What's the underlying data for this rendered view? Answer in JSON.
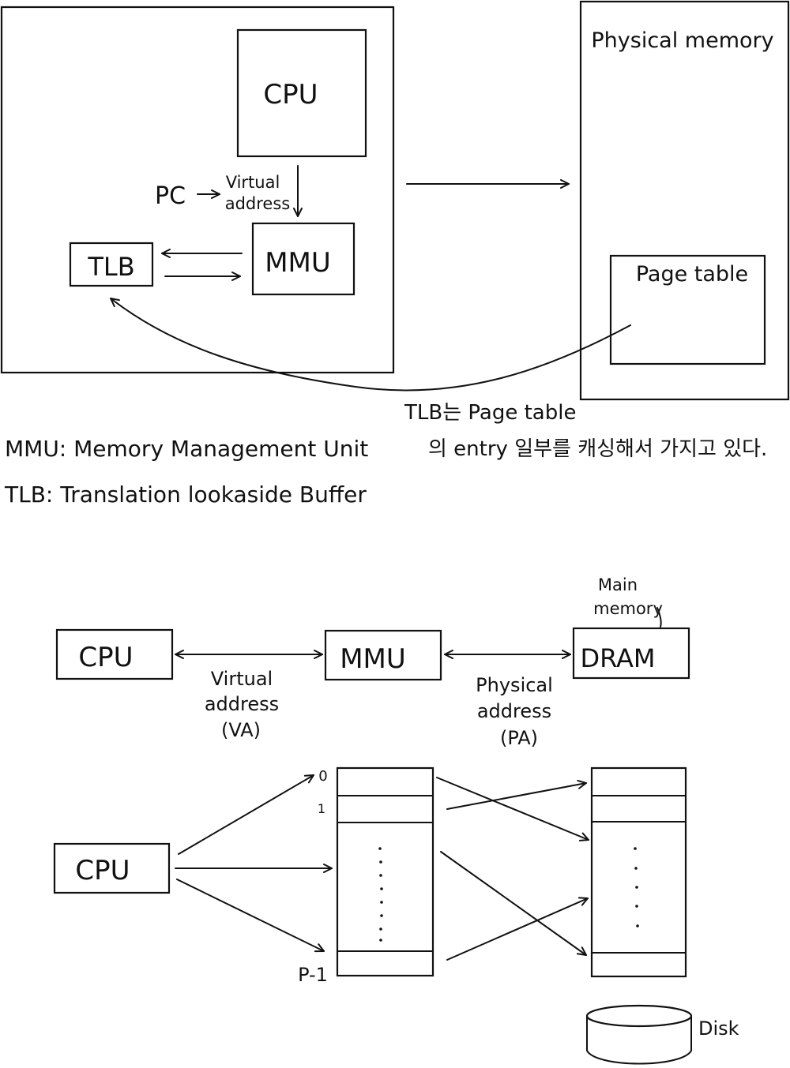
{
  "top_diagram": {
    "cpu_label": "CPU",
    "pc_label": "PC",
    "virtual_address_line1": "Virtual",
    "virtual_address_line2": "address",
    "mmu_label": "MMU",
    "tlb_label": "TLB",
    "physical_memory_label": "Physical memory",
    "page_table_label": "Page table"
  },
  "notes": {
    "tlb_note_line1": "TLB는 Page table",
    "tlb_note_line2": "의 entry 일부를 캐싱해서 가지고 있다.",
    "mmu_definition": "MMU: Memory Management Unit",
    "tlb_definition": "TLB: Translation lookaside Buffer"
  },
  "bottom_diagram": {
    "cpu_label": "CPU",
    "mmu_label": "MMU",
    "dram_label": "DRAM",
    "main_memory_line1": "Main",
    "main_memory_line2": "memory",
    "va_line1": "Virtual",
    "va_line2": "address",
    "va_line3": "(VA)",
    "pa_line1": "Physical",
    "pa_line2": "address",
    "pa_line3": "(PA)"
  },
  "mapping_diagram": {
    "cpu_label": "CPU",
    "index_first": "0",
    "index_second": "1",
    "index_last": "P-1",
    "disk_label": "Disk"
  }
}
